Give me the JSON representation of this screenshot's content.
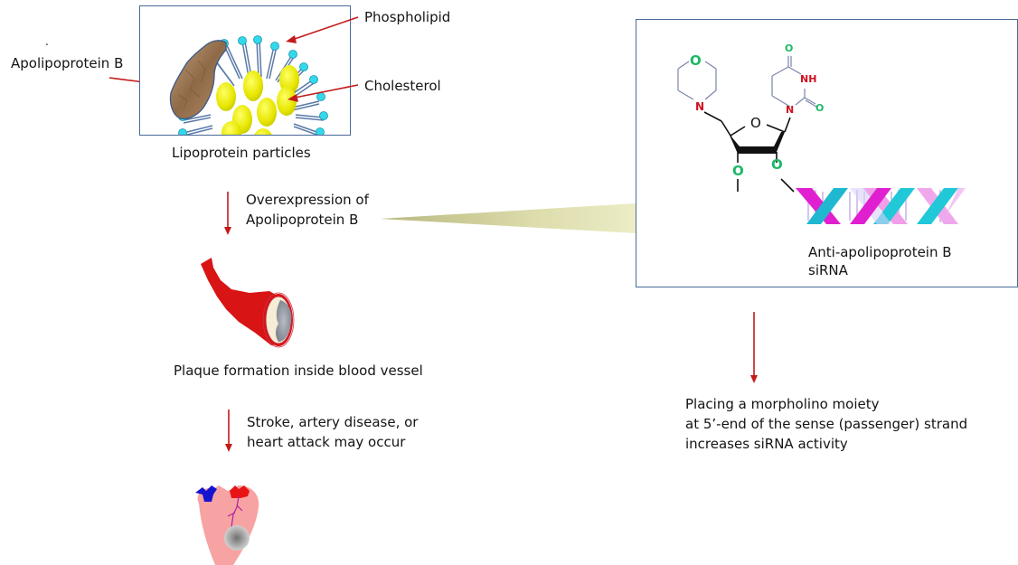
{
  "colors": {
    "arrow": "#c41a1a",
    "box_border": "#4a6a9a",
    "callout": "#e4e4b0",
    "phospholipid_head": "#33d8ea",
    "cholesterol": "#e8e800",
    "apolipoprotein": "#a07a55",
    "vessel": "#d81414",
    "heart": "#f7a3a3",
    "atom_O": "#1db866",
    "atom_N": "#d0101e",
    "helix_magenta": "#e020d0",
    "helix_cyan": "#20c8d8"
  },
  "left_flow": {
    "stray_dot": ".",
    "apolipoprotein_label": "Apolipoprotein B",
    "phospholipid_label": "Phospholipid",
    "cholesterol_label": "Cholesterol",
    "lipoprotein_caption": "Lipoprotein particles",
    "step1": {
      "line1": "Overexpression of",
      "line2": "Apolipoprotein B"
    },
    "vessel_caption": "Plaque formation inside blood vessel",
    "step2": {
      "line1": "Stroke, artery disease, or",
      "line2": "heart attack may occur"
    }
  },
  "right_panel": {
    "atoms": {
      "morpholine_O": "O",
      "morpholine_N": "N",
      "ring_O": "O",
      "base_O_top": "O",
      "base_NH": "NH",
      "base_O_right": "O",
      "base_N": "N",
      "sugar_O3": "O",
      "sugar_O2": "O"
    },
    "sirna_label": {
      "line1": "Anti-apolipoprotein B",
      "line2": "siRNA"
    },
    "conclusion": {
      "line1": "Placing a morpholino moiety",
      "line2": "at 5’-end of the sense (passenger) strand",
      "line3": "increases siRNA activity"
    }
  }
}
